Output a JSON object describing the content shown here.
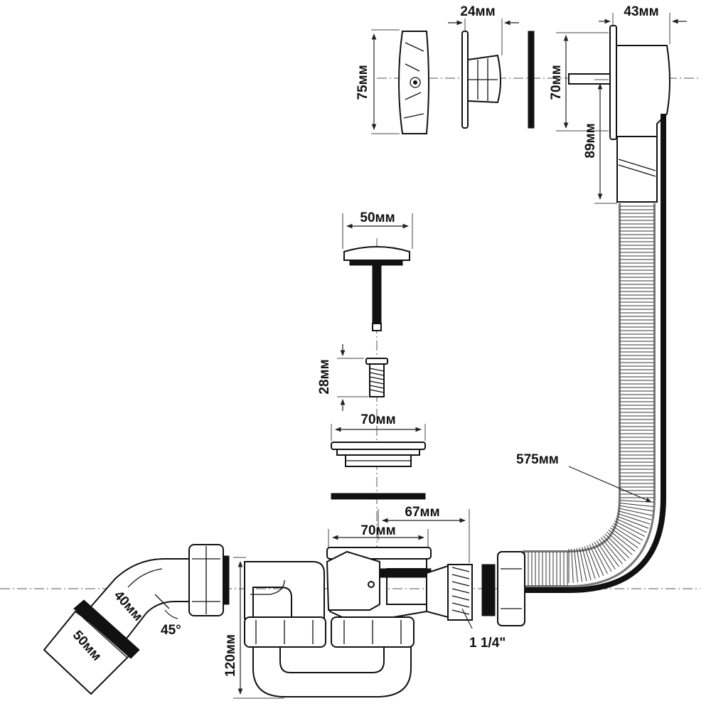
{
  "dimensions": {
    "cover_height": "75мм",
    "flange_depth": "24мм",
    "overflow_height": "70мм",
    "overflow_depth": "43мм",
    "overflow_offset": "89мм",
    "plug_diameter": "50мм",
    "screw_length": "28мм",
    "grate_diameter": "70мм",
    "drain_body_diameter": "70мм",
    "outlet_offset": "67мм",
    "hose_length": "575мм",
    "trap_height": "120мм",
    "elbow_diameter": "40мм",
    "outlet_diameter": "50мм",
    "elbow_angle": "45°",
    "thread_size": "1 1/4\""
  }
}
